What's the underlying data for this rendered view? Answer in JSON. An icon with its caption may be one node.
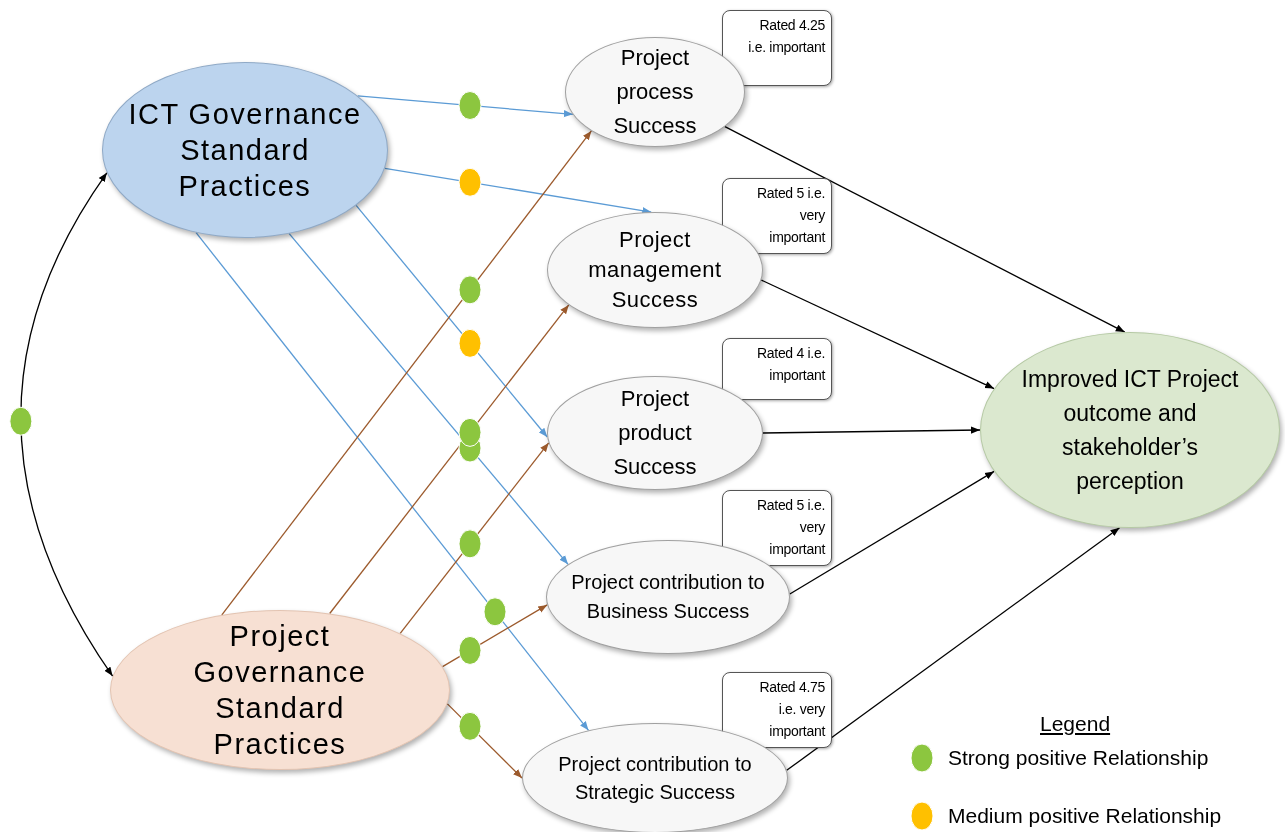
{
  "diagram": {
    "nodes": [
      {
        "text": [
          "ICT Governance Standard Practices"
        ]
      },
      {
        "text": [
          "Project Governance Standard Practices"
        ]
      },
      {
        "text": [
          "Project process Success"
        ],
        "beside": [
          "Rated 4.25 i.e. important"
        ]
      },
      {
        "text": [
          "Project management Success"
        ],
        "beside": [
          "Rated 5 i.e. very important"
        ]
      },
      {
        "text": [
          "Project product Success"
        ],
        "beside": [
          "Rated 4 i.e. important"
        ]
      },
      {
        "text": [
          "Project contribution to Business Success"
        ],
        "beside": [
          "Rated 5 i.e. very important"
        ]
      },
      {
        "text": [
          "Project contribution to Strategic Success"
        ],
        "beside": [
          "Rated 4.75 i.e. very important"
        ]
      },
      {
        "text": [
          "Improved ICT Project outcome and stakeholder’s perception"
        ]
      }
    ],
    "edges": [
      {
        "from": 0,
        "to": 1,
        "arrow": "both"
      },
      {
        "from": 0,
        "to": 2,
        "arrow": "to",
        "color": "#5b9bd5"
      },
      {
        "from": 0,
        "to": 3,
        "arrow": "to",
        "color": "#5b9bd5"
      },
      {
        "from": 0,
        "to": 4,
        "arrow": "to",
        "color": "#5b9bd5"
      },
      {
        "from": 0,
        "to": 5,
        "arrow": "to",
        "color": "#5b9bd5"
      },
      {
        "from": 0,
        "to": 6,
        "arrow": "to",
        "color": "#5b9bd5"
      },
      {
        "from": 1,
        "to": 2,
        "arrow": "to",
        "color": "#9c5a2c"
      },
      {
        "from": 1,
        "to": 3,
        "arrow": "to",
        "color": "#9c5a2c"
      },
      {
        "from": 1,
        "to": 4,
        "arrow": "to",
        "color": "#9c5a2c"
      },
      {
        "from": 1,
        "to": 5,
        "arrow": "to",
        "color": "#9c5a2c"
      },
      {
        "from": 1,
        "to": 6,
        "arrow": "to",
        "color": "#9c5a2c"
      },
      {
        "from": 2,
        "to": 7,
        "arrow": "to"
      },
      {
        "from": 3,
        "to": 7,
        "arrow": "to"
      },
      {
        "from": 4,
        "to": 7,
        "arrow": "to"
      },
      {
        "from": 5,
        "to": 7,
        "arrow": "to"
      },
      {
        "from": 6,
        "to": 7,
        "arrow": "to"
      }
    ],
    "labels": [
      "Legend"
    ],
    "legend": [
      {
        "text": "Strong positive Relationship",
        "color": "#8cc63f"
      },
      {
        "text": "Medium positive Relationship",
        "color": "#ffc000"
      }
    ]
  }
}
